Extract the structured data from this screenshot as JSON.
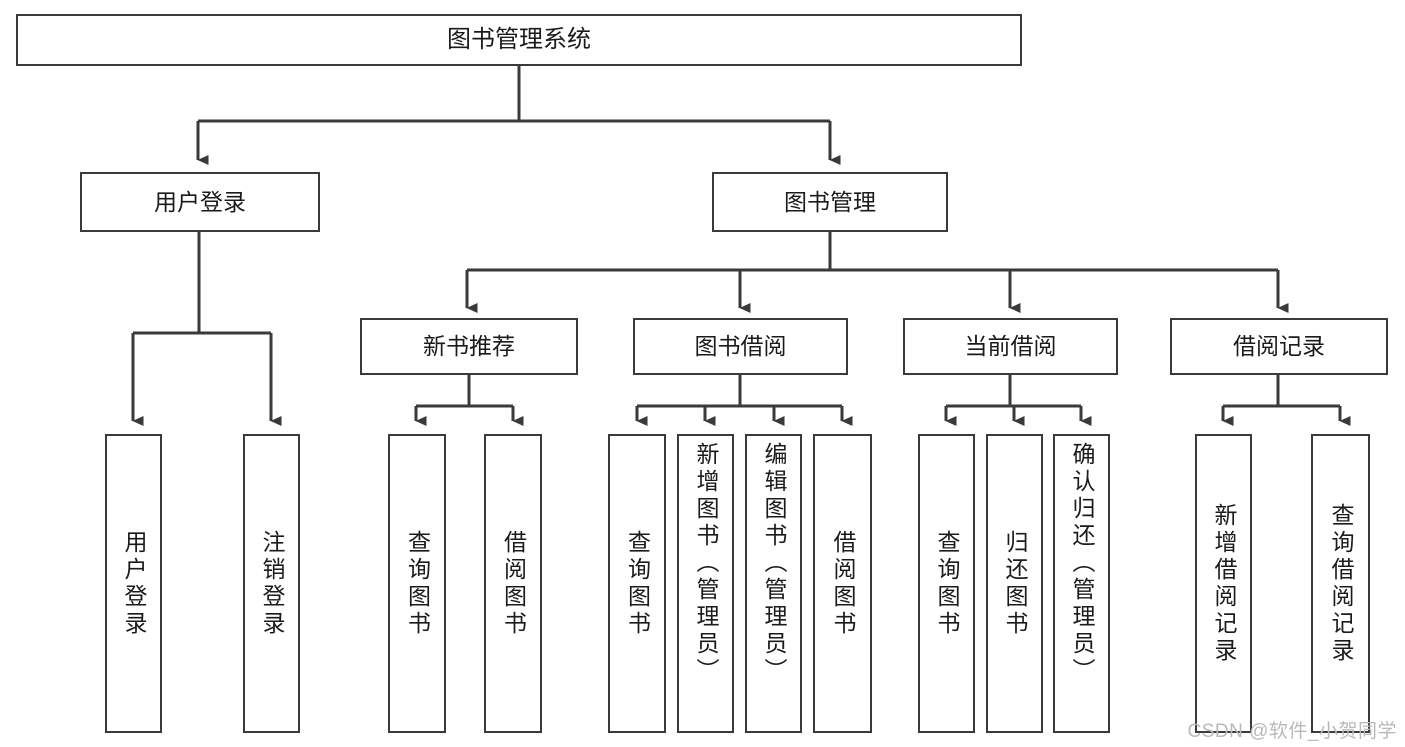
{
  "diagram": {
    "type": "tree-hierarchy-chart",
    "title": "图书管理系统",
    "colors": {
      "box_border": "#3a3a3a",
      "box_fill": "#ffffff",
      "connector": "#3a3a3a",
      "text": "#1b1b1b",
      "watermark": "#b9b9b9"
    },
    "nodes": {
      "root": {
        "label": "图书管理系统"
      },
      "level1": [
        {
          "label": "用户登录"
        },
        {
          "label": "图书管理"
        }
      ],
      "level2": [
        {
          "label": "新书推荐"
        },
        {
          "label": "图书借阅"
        },
        {
          "label": "当前借阅"
        },
        {
          "label": "借阅记录"
        }
      ],
      "leaves": [
        {
          "label": "用户登录"
        },
        {
          "label": "注销登录"
        },
        {
          "label": "查询图书"
        },
        {
          "label": "借阅图书"
        },
        {
          "label": "查询图书"
        },
        {
          "label": "新增图书（管理员）"
        },
        {
          "label": "编辑图书（管理员）"
        },
        {
          "label": "借阅图书"
        },
        {
          "label": "查询图书"
        },
        {
          "label": "归还图书"
        },
        {
          "label": "确认归还（管理员）"
        },
        {
          "label": "新增借阅记录"
        },
        {
          "label": "查询借阅记录"
        }
      ]
    }
  },
  "watermark": {
    "text": "CSDN @软件_小贺同学"
  }
}
